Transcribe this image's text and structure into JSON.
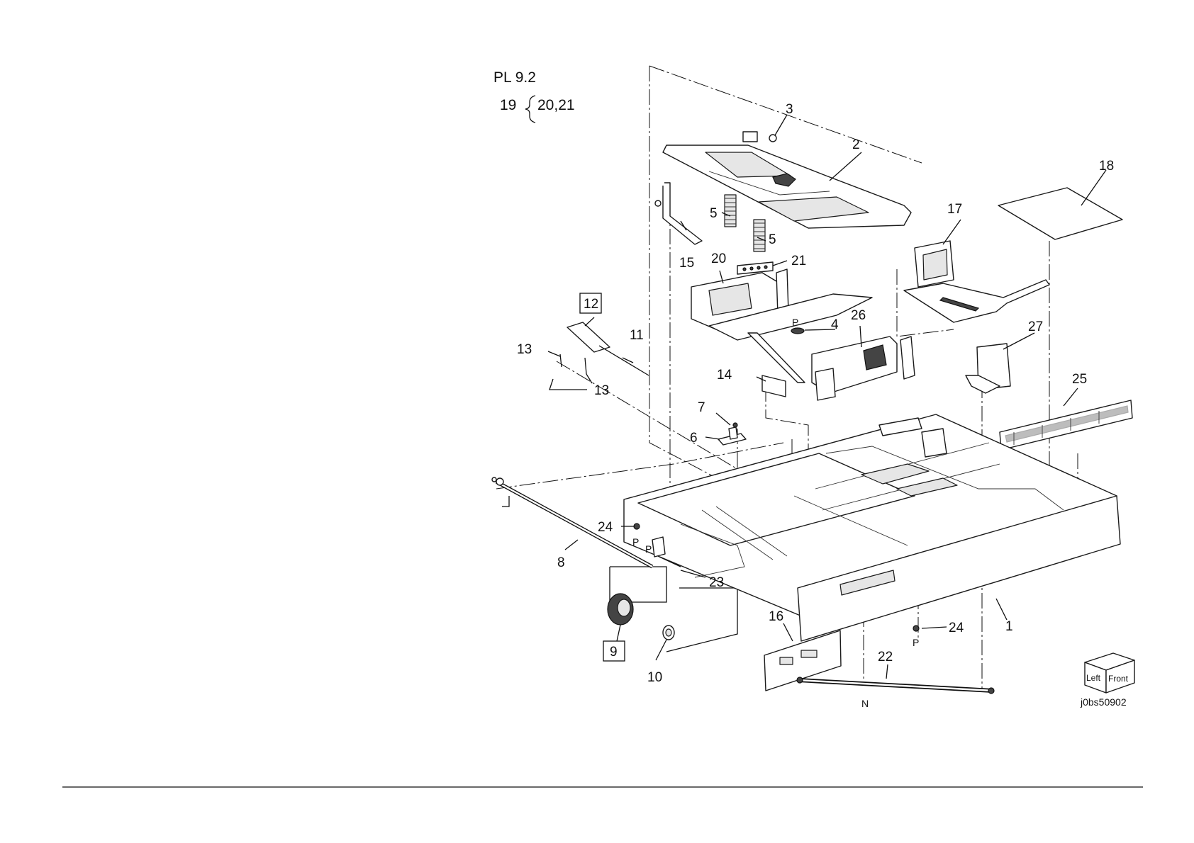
{
  "header": {
    "plate_ref": "PL 9.2",
    "kit_parent": "19",
    "kit_children": "20,21"
  },
  "callouts": {
    "c1": "1",
    "c2": "2",
    "c3": "3",
    "c4": "4",
    "c5a": "5",
    "c5b": "5",
    "c6": "6",
    "c7": "7",
    "c8": "8",
    "c9": "9",
    "c10": "10",
    "c11": "11",
    "c12": "12",
    "c13a": "13",
    "c13b": "13",
    "c14": "14",
    "c15": "15",
    "c16": "16",
    "c17": "17",
    "c18": "18",
    "c20": "20",
    "c21": "21",
    "c22": "22",
    "c23": "23",
    "c24a": "24",
    "c24b": "24",
    "c25": "25",
    "c26": "26",
    "c27": "27"
  },
  "markers": {
    "p1": "P",
    "p2": "P",
    "p3": "P",
    "p4": "P",
    "n": "N"
  },
  "orientation_cube": {
    "left_label": "Left",
    "front_label": "Front"
  },
  "drawing_id": "j0bs50902"
}
